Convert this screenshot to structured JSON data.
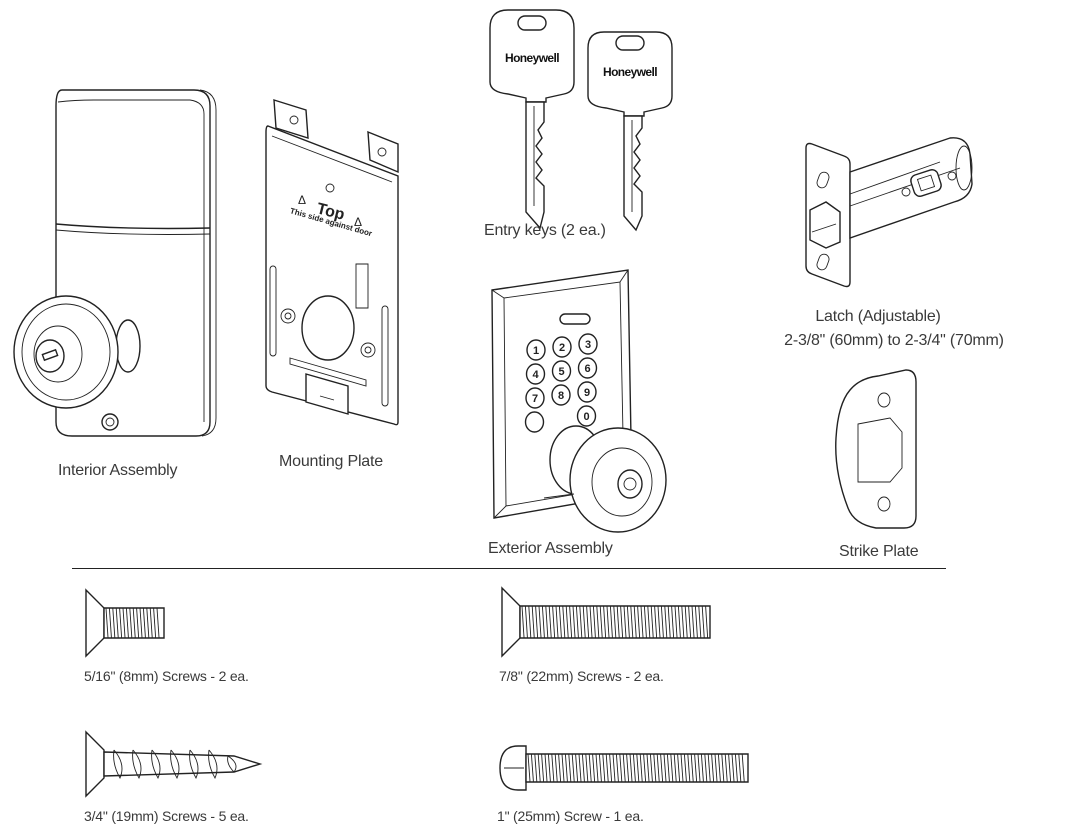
{
  "components": {
    "interior_assembly": "Interior Assembly",
    "mounting_plate": "Mounting Plate",
    "entry_keys": "Entry keys (2 ea.)",
    "exterior_assembly": "Exterior Assembly",
    "latch_line1": "Latch (Adjustable)",
    "latch_line2": "2-3/8\" (60mm) to 2-3/4\" (70mm)",
    "strike_plate": "Strike Plate"
  },
  "plate_text": {
    "top": "Top",
    "side": "This side against door"
  },
  "key_brand": "Honeywell",
  "keypad_keys": [
    "1",
    "2",
    "3",
    "4",
    "5",
    "6",
    "7",
    "8",
    "9",
    "0"
  ],
  "screws": {
    "s1": "5/16\" (8mm) Screws - 2 ea.",
    "s2": "7/8\" (22mm) Screws - 2 ea.",
    "s3": "3/4\" (19mm) Screws - 5 ea.",
    "s4": "1\" (25mm) Screw - 1 ea."
  }
}
